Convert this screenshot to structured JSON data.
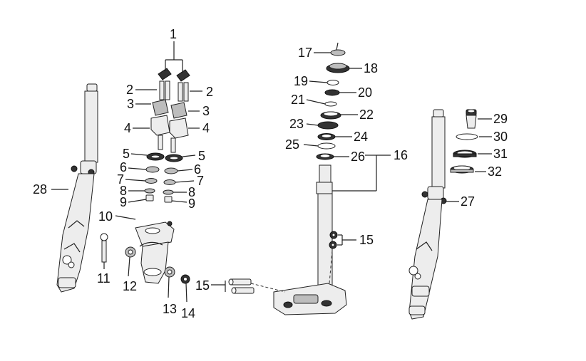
{
  "labels": {
    "l1": "1",
    "l2a": "2",
    "l2b": "2",
    "l3a": "3",
    "l3b": "3",
    "l4a": "4",
    "l4b": "4",
    "l5a": "5",
    "l5b": "5",
    "l6a": "6",
    "l6b": "6",
    "l7a": "7",
    "l7b": "7",
    "l8a": "8",
    "l8b": "8",
    "l9a": "9",
    "l9b": "9",
    "l10": "10",
    "l11": "11",
    "l12": "12",
    "l13": "13",
    "l14": "14",
    "l15a": "15",
    "l15b": "15",
    "l16": "16",
    "l17": "17",
    "l18": "18",
    "l19": "19",
    "l20": "20",
    "l21": "21",
    "l22": "22",
    "l23": "23",
    "l24": "24",
    "l25": "25",
    "l26": "26",
    "l27": "27",
    "l28": "28",
    "l29": "29",
    "l30": "30",
    "l31": "31",
    "l32": "32"
  }
}
